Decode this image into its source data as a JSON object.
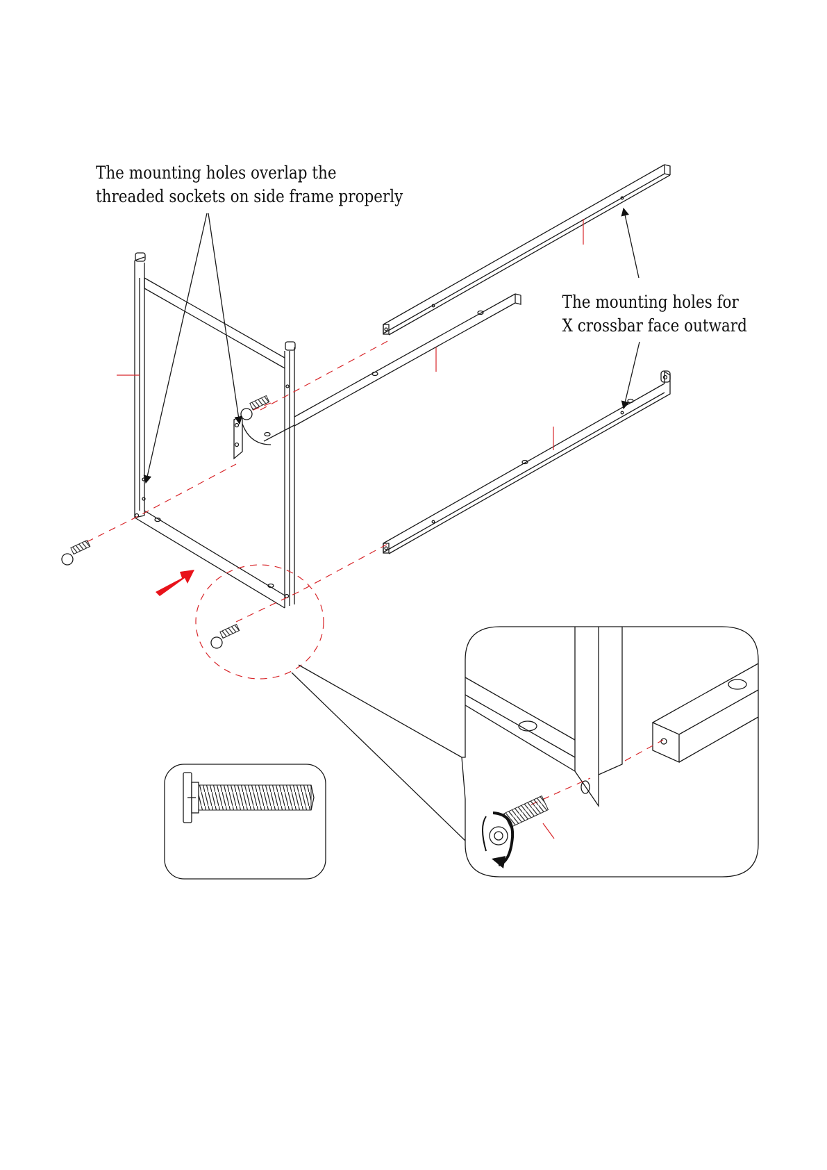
{
  "callouts": {
    "left": {
      "line1": "The mounting holes overlap the",
      "line2": "threaded sockets on side frame properly"
    },
    "right": {
      "line1": "The mounting holes for",
      "line2": "X crossbar face outward"
    }
  },
  "colors": {
    "line": "#1a1a1a",
    "guide": "#d8262a",
    "arrow": "#e8121a",
    "background": "#ffffff"
  },
  "icons": {
    "direction": "red-arrow-icon",
    "rotate": "rotate-clockwise-icon",
    "bolt": "hex-socket-bolt-icon"
  }
}
